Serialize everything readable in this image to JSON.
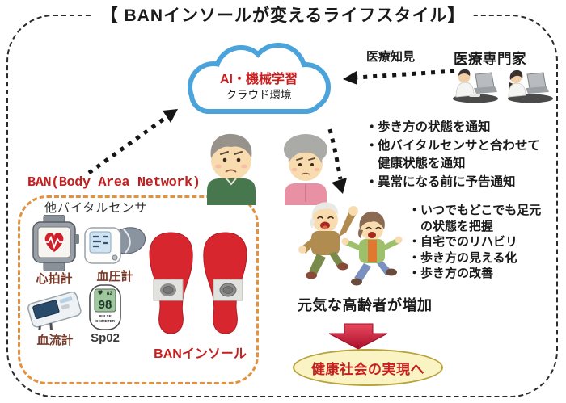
{
  "title": "【 BANインソールが変えるライフスタイル】",
  "cloud": {
    "line1": "AI・機械学習",
    "line2": "クラウド環境"
  },
  "medical": {
    "knowledge": "医療知見",
    "expert": "医療専門家"
  },
  "notify": {
    "lines": [
      {
        "mark": "・",
        "text": "歩き方の状態を通知"
      },
      {
        "mark": "・",
        "text": "他バイタルセンサと合わせて"
      },
      {
        "mark": "",
        "text": "健康状態を通知"
      },
      {
        "mark": "・",
        "text": "異常になる前に予告通知"
      }
    ]
  },
  "benefit": {
    "lines": [
      {
        "mark": "・",
        "text": "いつでもどこでも足元"
      },
      {
        "mark": "",
        "text": "の状態を把握"
      },
      {
        "mark": "・",
        "text": "自宅でのリハビリ"
      },
      {
        "mark": "・",
        "text": "歩き方の見える化"
      },
      {
        "mark": "・",
        "text": "歩き方の改善"
      }
    ]
  },
  "ban": {
    "title": "BAN(Body Area Network)",
    "sensors_heading": "他バイタルセンサ",
    "heart_rate_label": "心拍計",
    "blood_pressure_label": "血圧計",
    "blood_flow_label": "血流計",
    "spo2_label": "Sp02",
    "insole_label": "BANインソール",
    "oximeter": {
      "small_value": "82",
      "big_value": "98",
      "caption1": "PULSE",
      "caption2": "OXIMETER"
    }
  },
  "outcome": {
    "healthy_elderly": "元気な高齢者が増加",
    "goal": "健康社会の実現へ"
  },
  "colors": {
    "accent_red": "#c5201f",
    "cloud_blue": "#4ba3dc",
    "insole_red": "#d8262e",
    "ban_box_orange": "#e2923e",
    "goal_fill": "#faf3c4",
    "goal_border": "#b8a23c",
    "arrow_red": "#c41f3e",
    "sensor_label_maroon": "#7a3a2a"
  }
}
